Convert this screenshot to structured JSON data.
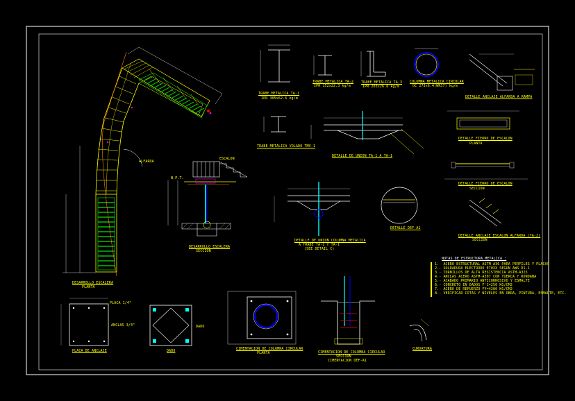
{
  "drawing": {
    "colors": {
      "background": "#000000",
      "border": "#ffffff",
      "text": "#ffff00",
      "green": "#00c000",
      "cyan": "#00ffff",
      "magenta": "#ff00ff",
      "red": "#ff0000",
      "blue": "#0000ff",
      "orange": "#ff8000"
    },
    "titles": {
      "viga_ta1": "TRABE METALICA  TA-1",
      "ipr_ta1": "IPR 305x62.6 kg/m",
      "viga_ta2": "TRABE METALICA  TA-2",
      "ipr_ta2": "IPR 152x22.3 kg/m",
      "viga_ta3": "TRABE METALICA  TA-3",
      "ipr_ta3": "IPR 203x26.6 kg/m",
      "columna": "COLUMNA METALICA CIRCULAR",
      "columna_spec": "OC 273x6.4(WR37) kg/m",
      "detalle_anclaje_rampa": "DETALLE ANCLAJE ALFARDA A RAMPA",
      "viga_volado": "TRABE METALICA VOLADO  TMV-1",
      "detalle_union": "DETALLE DE UNION TA-1 A TA-1",
      "detalle_fierro": "DETALLE FIERRO DE ESCALON",
      "planta_1": "PLANTA",
      "detalle_fierro_2": "DETALLE FIERRO DE ESCALON",
      "seccion_1": "SECCION",
      "detalle_union_columna": "DETALLE DE UNION COLUMNA METALICA",
      "detalle_union_columna_2": "A TRABE TA-1 Y TA-1",
      "detalle_union_columna_3": "(SEE DETAIL C)",
      "detalle_def": "DETALLE DEF-A1",
      "detalle_anclaje_escalon": "DETALLE ANCLAJE ESCALON ALFARDA (TA-2)",
      "seccion_2": "SECCION",
      "desarrollo_planta": "DESARROLLO ESCALERA",
      "planta_2": "PLANTA",
      "desarrollo_seccion": "DESARROLLO ESCALERA",
      "seccion_3": "SECCION",
      "placa_anclaje": "PLACA DE ANCLAJE",
      "dado": "DADO",
      "cimentacion_planta": "CIMENTACION DE COLUMNA CIRCULAR",
      "planta_3": "PLANTA",
      "cimentacion_seccion": "CIMENTACION DE COLUMNA CIRCULAR",
      "seccion_4": "SECCION",
      "seccion_4b": "CIMENTACION DEF-A1",
      "curvatura": "CURVATURA",
      "notas_title": "NOTAS DE ESTRUCTURA METALICA :"
    },
    "notes": [
      "1.- ACERO ESTRUCTURAL ASTM-A36 PARA PERFILES Y PLACAS",
      "2.- SOLDADURA ELECTRODO E70XX SEGUN AWS D1.1",
      "3.- TORNILLOS DE ALTA RESISTENCIA ASTM-A325",
      "4.- ANCLAS ACERO ASTM-A307 CON TUERCA Y RONDANA",
      "5.- ACABADO PRIMARIO ANTICORROSIVO Y ESMALTE",
      "6.- CONCRETO EN DADOS F'C=250 KG/CM2",
      "7.- ACERO DE REFUERZO FY=4200 KG/CM2",
      "8.- VERIFICAR COTAS Y NIVELES EN OBRA, PINTURA, ESMALTE, ETC."
    ],
    "callouts": {
      "c1": "ALFARDA",
      "c2": "ESCALON",
      "c3": "PLACA 1/4\"",
      "c4": "ANCLAS 3/4\"",
      "c5": "N.P.T.",
      "c6": "DADO"
    }
  }
}
